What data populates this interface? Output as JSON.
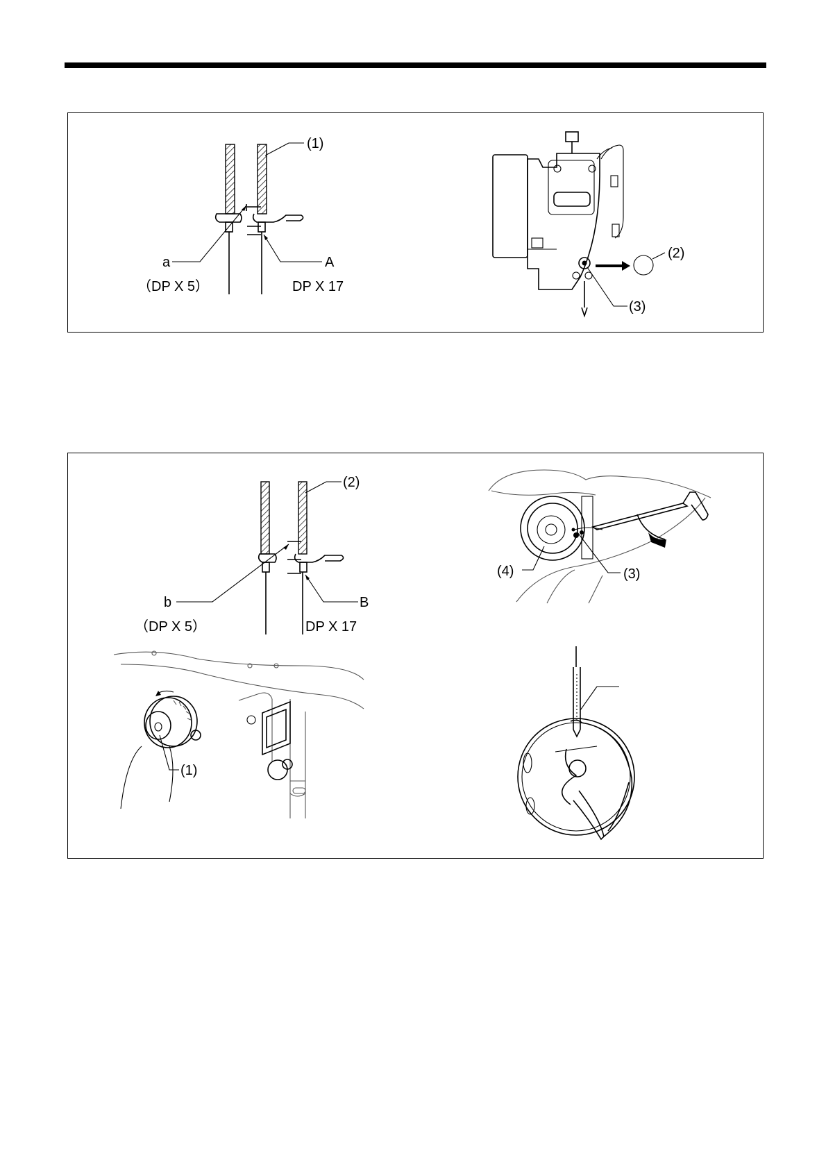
{
  "figure1": {
    "needle_diagram": {
      "label_1": "(1)",
      "label_a": "a",
      "label_A": "A",
      "caption_left": "（DP X 5）",
      "caption_right": "DP X 17"
    },
    "head_diagram": {
      "label_2": "(2)",
      "label_3": "(3)"
    }
  },
  "figure2": {
    "needle_diagram": {
      "label_2": "(2)",
      "label_b": "b",
      "label_B": "B",
      "caption_left": "（DP X 5）",
      "caption_right": "DP X 17"
    },
    "hook_diagram": {
      "label_4": "(4)",
      "label_3": "(3)"
    },
    "pulley_diagram": {
      "label_1": "(1)"
    },
    "rotary_hook_diagram": {}
  }
}
